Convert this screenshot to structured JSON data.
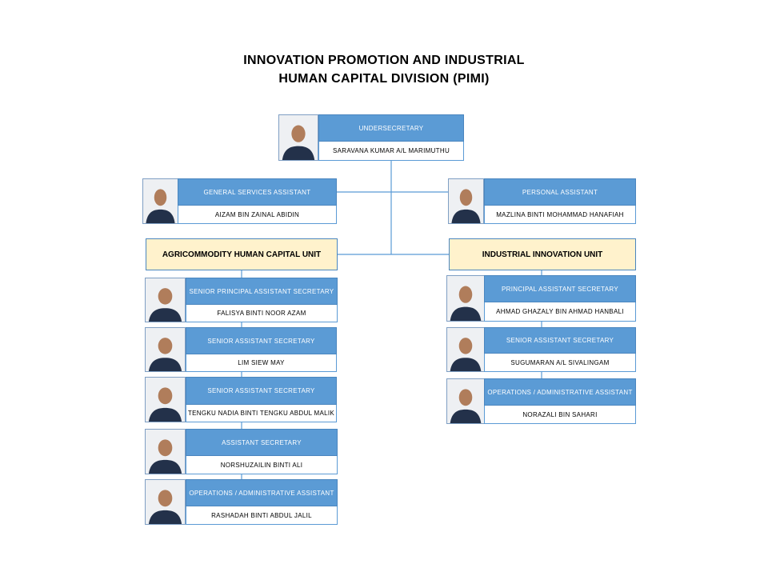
{
  "title": {
    "line1": "INNOVATION PROMOTION AND INDUSTRIAL",
    "line2": "HUMAN CAPITAL DIVISION (PIMI)"
  },
  "head": {
    "role": "UNDERSECRETARY",
    "name": "SARAVANA KUMAR A/L MARIMUTHU"
  },
  "general_services": {
    "role": "GENERAL SERVICES ASSISTANT",
    "name": "AIZAM BIN ZAINAL ABIDIN"
  },
  "personal_assistant": {
    "role": "PERSONAL ASSISTANT",
    "name": "MAZLINA BINTI MOHAMMAD HANAFIAH"
  },
  "units": {
    "left": "AGRICOMMODITY HUMAN CAPITAL UNIT",
    "right": "INDUSTRIAL INNOVATION UNIT"
  },
  "left_staff": [
    {
      "role": "SENIOR PRINCIPAL ASSISTANT SECRETARY",
      "name": "FALISYA BINTI NOOR AZAM"
    },
    {
      "role": "SENIOR ASSISTANT SECRETARY",
      "name": "LIM SIEW MAY"
    },
    {
      "role": "SENIOR ASSISTANT SECRETARY",
      "name": "TENGKU NADIA BINTI TENGKU ABDUL MALIK"
    },
    {
      "role": "ASSISTANT SECRETARY",
      "name": "NORSHUZAILIN BINTI ALI"
    },
    {
      "role": "OPERATIONS / ADMINISTRATIVE ASSISTANT",
      "name": "RASHADAH BINTI ABDUL JALIL"
    }
  ],
  "right_staff": [
    {
      "role": "PRINCIPAL ASSISTANT SECRETARY",
      "name": "AHMAD GHAZALY BIN AHMAD HANBALI"
    },
    {
      "role": "SENIOR ASSISTANT SECRETARY",
      "name": "SUGUMARAN A/L SIVALINGAM"
    },
    {
      "role": "OPERATIONS / ADMINISTRATIVE ASSISTANT",
      "name": "NORAZALI BIN SAHARI"
    }
  ],
  "colors": {
    "role_fill": "#5b9bd5",
    "unit_fill": "#fff2cc",
    "connector": "#5b9bd5"
  },
  "icons": {
    "photo": "person-photo-icon"
  }
}
